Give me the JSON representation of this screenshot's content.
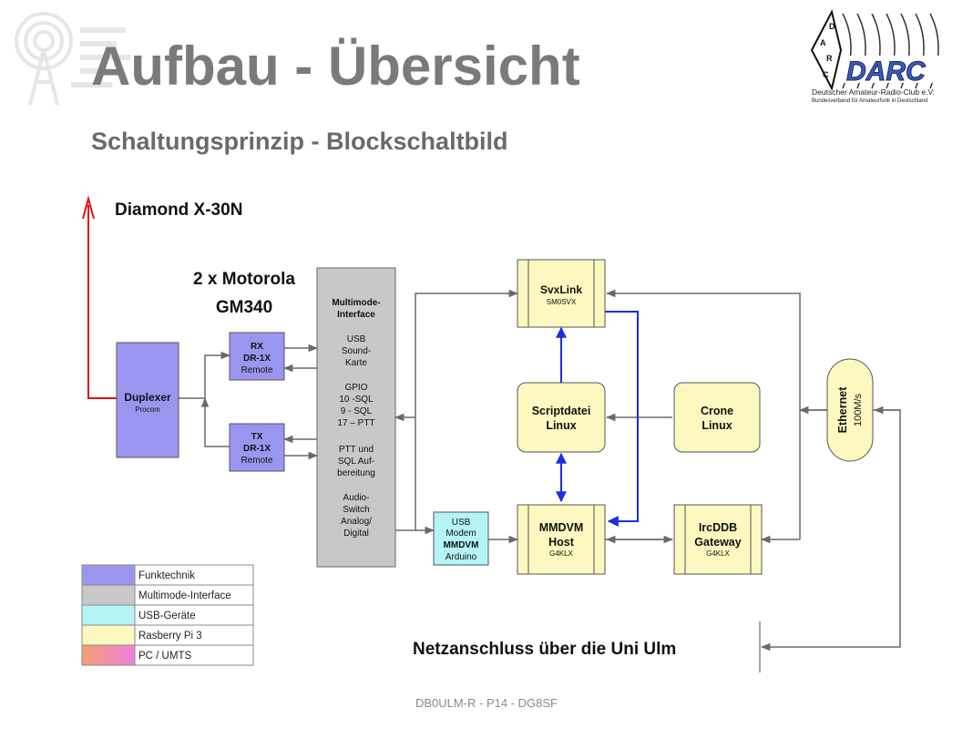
{
  "slide": {
    "title": "Aufbau - Übersicht",
    "subtitle": "Schaltungsprinzip - Blockschaltbild",
    "footer": "DB0ULM-R - P14 - DG8SF"
  },
  "logo": {
    "text": "DARC",
    "line1": "Deutscher Amateur-Radio-Club e.V.",
    "line2": "Bundesverband für Amateurfunk in Deutschland",
    "seal_letters": "DARC"
  },
  "labels": {
    "antenna": "Diamond X-30N",
    "radios_line1": "2 x Motorola",
    "radios_line2": "GM340",
    "network": "Netzanschluss über die Uni Ulm"
  },
  "blocks": {
    "duplexer": {
      "name": "Duplexer",
      "sub": "Procom"
    },
    "rx": {
      "l1": "RX",
      "l2": "DR-1X",
      "l3": "Remote"
    },
    "tx": {
      "l1": "TX",
      "l2": "DR-1X",
      "l3": "Remote"
    },
    "interface": {
      "title1": "Multimode-",
      "title2": "Interface",
      "usb1": "USB",
      "usb2": "Sound-",
      "usb3": "Karte",
      "gpio1": "GPIO",
      "gpio2": "10 -SQL",
      "gpio3": "9 - SQL",
      "gpio4": "17 – PTT",
      "ptt1": "PTT und",
      "ptt2": "SQL Auf-",
      "ptt3": "bereitung",
      "audio1": "Audio-",
      "audio2": "Switch",
      "audio3": "Analog/",
      "audio4": "Digital"
    },
    "modem": {
      "l1": "USB",
      "l2": "Modem",
      "l3": "MMDVM",
      "l4": "Arduino"
    },
    "svxlink": {
      "name": "SvxLink",
      "sub": "SM0SVX"
    },
    "script": {
      "l1": "Scriptdatei",
      "l2": "Linux"
    },
    "crone": {
      "l1": "Crone",
      "l2": "Linux"
    },
    "mmdvm": {
      "l1": "MMDVM",
      "l2": "Host",
      "l3": "G4KLX"
    },
    "ircddb": {
      "l1": "IrcDDB",
      "l2": "Gateway",
      "l3": "G4KLX"
    },
    "ethernet": {
      "l1": "Ethernet",
      "l2": "100M/s"
    }
  },
  "legend": [
    {
      "label": "Funktechnik",
      "color": "#9a96f0"
    },
    {
      "label": "Multimode-Interface",
      "color": "#c8c8c8"
    },
    {
      "label": "USB-Geräte",
      "color": "#b4f4f4"
    },
    {
      "label": "Rasberry Pi 3",
      "color": "#fcf8c0"
    },
    {
      "label": "PC / UMTS",
      "color": "#f4a070"
    }
  ],
  "colors": {
    "funk": "#9a96f0",
    "interface": "#c8c8c8",
    "usb": "#b4f4f4",
    "pi": "#fcf8c0",
    "antenna": "#e01010",
    "link": "#1a2ee0",
    "line": "#6a6a6a"
  }
}
